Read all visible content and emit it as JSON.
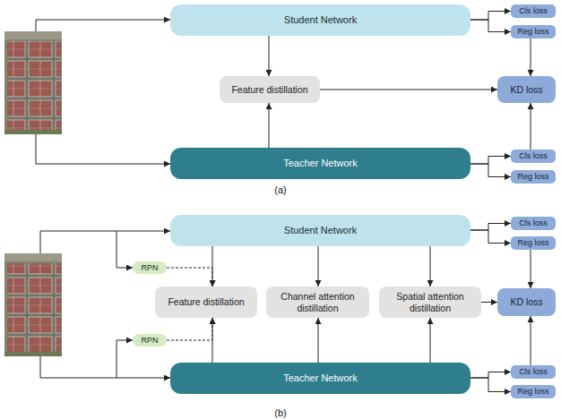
{
  "diagram": {
    "nodes": [
      {
        "text": [
          "Student Network"
        ]
      },
      {
        "text": [
          "Cls loss"
        ]
      },
      {
        "text": [
          "Reg loss"
        ]
      },
      {
        "text": [
          "Feature distillation"
        ]
      },
      {
        "text": [
          "KD loss"
        ]
      },
      {
        "text": [
          "Teacher Network"
        ]
      },
      {
        "text": [
          "Cls loss"
        ]
      },
      {
        "text": [
          "Reg loss"
        ]
      },
      {
        "text": [
          "Student Network"
        ]
      },
      {
        "text": [
          "Cls loss"
        ]
      },
      {
        "text": [
          "Reg loss"
        ]
      },
      {
        "text": [
          "RPN"
        ]
      },
      {
        "text": [
          "Feature distillation"
        ]
      },
      {
        "text": [
          "Channel attention distillation"
        ]
      },
      {
        "text": [
          "Spatial attention distillation"
        ]
      },
      {
        "text": [
          "KD loss"
        ]
      },
      {
        "text": [
          "RPN"
        ]
      },
      {
        "text": [
          "Teacher Network"
        ]
      },
      {
        "text": [
          "Cls loss"
        ]
      },
      {
        "text": [
          "Reg loss"
        ]
      }
    ],
    "edges": [
      {
        "from": 0,
        "to": 3,
        "arrow": "to"
      },
      {
        "from": 5,
        "to": 3,
        "arrow": "to"
      },
      {
        "from": 3,
        "to": 4,
        "arrow": "to"
      },
      {
        "from": 0,
        "to": 1,
        "arrow": "to"
      },
      {
        "from": 0,
        "to": 2,
        "arrow": "to"
      },
      {
        "from": 2,
        "to": 4,
        "arrow": "to"
      },
      {
        "from": 5,
        "to": 6,
        "arrow": "to"
      },
      {
        "from": 5,
        "to": 7,
        "arrow": "to"
      },
      {
        "from": 6,
        "to": 4,
        "arrow": "to"
      },
      {
        "from": 8,
        "to": 9,
        "arrow": "to"
      },
      {
        "from": 8,
        "to": 10,
        "arrow": "to"
      },
      {
        "from": 11,
        "to": 12,
        "arrow": "to"
      },
      {
        "from": 8,
        "to": 12,
        "arrow": "to"
      },
      {
        "from": 8,
        "to": 13,
        "arrow": "to"
      },
      {
        "from": 8,
        "to": 14,
        "arrow": "to"
      },
      {
        "from": 17,
        "to": 12,
        "arrow": "to"
      },
      {
        "from": 16,
        "to": 12,
        "arrow": "to"
      },
      {
        "from": 17,
        "to": 13,
        "arrow": "to"
      },
      {
        "from": 17,
        "to": 14,
        "arrow": "to"
      },
      {
        "from": 14,
        "to": 15,
        "arrow": "to"
      },
      {
        "from": 10,
        "to": 15,
        "arrow": "to"
      },
      {
        "from": 17,
        "to": 18,
        "arrow": "to"
      },
      {
        "from": 17,
        "to": 19,
        "arrow": "to"
      },
      {
        "from": 18,
        "to": 15,
        "arrow": "to"
      }
    ],
    "labels": [
      "(a)",
      "(b)"
    ]
  }
}
